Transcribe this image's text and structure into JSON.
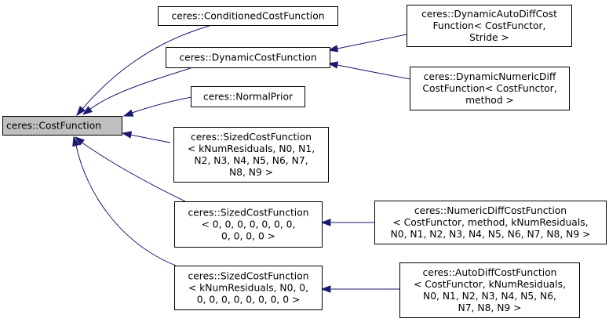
{
  "colors": {
    "edge": "#191970",
    "root_fill": "#bfbfbf",
    "node_fill": "#ffffff",
    "node_border": "#000000"
  },
  "nodes": {
    "cost_function": {
      "lines": [
        "ceres::CostFunction"
      ]
    },
    "conditioned": {
      "lines": [
        "ceres::ConditionedCostFunction"
      ]
    },
    "dynamic": {
      "lines": [
        "ceres::DynamicCostFunction"
      ]
    },
    "normal_prior": {
      "lines": [
        "ceres::NormalPrior"
      ]
    },
    "sized_residuals": {
      "lines": [
        "ceres::SizedCostFunction",
        "< kNumResiduals, N0, N1,",
        "N2, N3, N4, N5, N6, N7,",
        "N8, N9 >"
      ]
    },
    "sized_zeros": {
      "lines": [
        "ceres::SizedCostFunction",
        "< 0, 0, 0, 0, 0, 0, 0,",
        "0, 0, 0, 0 >"
      ]
    },
    "sized_residuals_zeros": {
      "lines": [
        "ceres::SizedCostFunction",
        "< kNumResiduals, N0, 0,",
        "0, 0, 0, 0, 0, 0, 0, 0 >"
      ]
    },
    "dynamic_autodiff": {
      "lines": [
        "ceres::DynamicAutoDiffCost",
        "Function< CostFunctor,",
        "Stride >"
      ]
    },
    "dynamic_numericdiff": {
      "lines": [
        "ceres::DynamicNumericDiff",
        "CostFunction< CostFunctor,",
        "method >"
      ]
    },
    "numericdiff": {
      "lines": [
        "ceres::NumericDiffCostFunction",
        "< CostFunctor, method, kNumResiduals,",
        "N0, N1, N2, N3, N4, N5, N6, N7, N8, N9 >"
      ]
    },
    "autodiff": {
      "lines": [
        "ceres::AutoDiffCostFunction",
        "< CostFunctor, kNumResiduals,",
        "N0, N1, N2, N3, N4, N5, N6,",
        "N7, N8, N9 >"
      ]
    }
  },
  "edges": [
    {
      "from": "conditioned",
      "to": "cost_function"
    },
    {
      "from": "dynamic",
      "to": "cost_function"
    },
    {
      "from": "normal_prior",
      "to": "cost_function"
    },
    {
      "from": "sized_residuals",
      "to": "cost_function"
    },
    {
      "from": "sized_zeros",
      "to": "cost_function"
    },
    {
      "from": "sized_residuals_zeros",
      "to": "cost_function"
    },
    {
      "from": "dynamic_autodiff",
      "to": "dynamic"
    },
    {
      "from": "dynamic_numericdiff",
      "to": "dynamic"
    },
    {
      "from": "numericdiff",
      "to": "sized_zeros"
    },
    {
      "from": "autodiff",
      "to": "sized_residuals_zeros"
    }
  ]
}
